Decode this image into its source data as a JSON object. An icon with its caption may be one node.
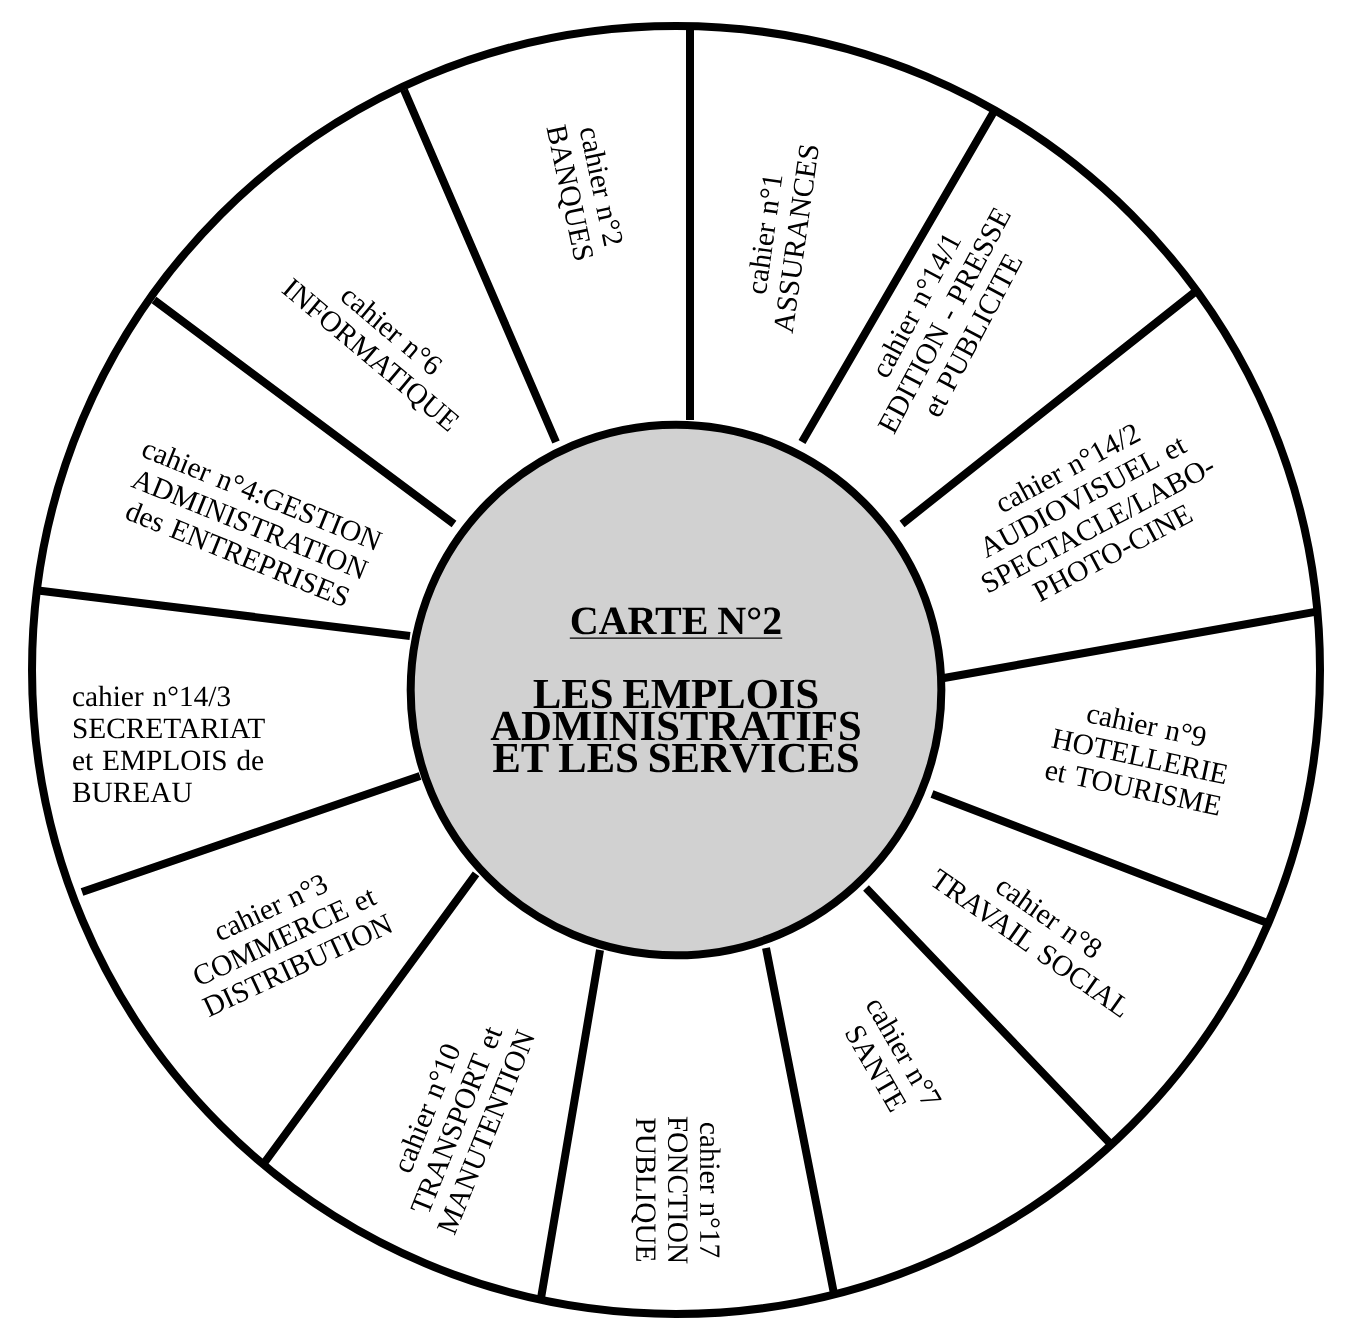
{
  "diagram": {
    "nodes": [
      {
        "text": [
          "CARTE N°2",
          "LES EMPLOIS ADMINISTRATIFS ET LES SERVICES"
        ]
      },
      {
        "text": [
          "cahier n°2 BANQUES"
        ]
      },
      {
        "text": [
          "cahier n°1 ASSURANCES"
        ]
      },
      {
        "text": [
          "cahier n°14/1 EDITION - PRESSE et PUBLICITE"
        ]
      },
      {
        "text": [
          "cahier n°14/2 AUDIOVISUEL et SPECTACLE/LABO-PHOTO-CINE"
        ]
      },
      {
        "text": [
          "cahier n°9 HOTELLERIE et TOURISME"
        ]
      },
      {
        "text": [
          "cahier n°8 TRAVAIL SOCIAL"
        ]
      },
      {
        "text": [
          "cahier n°7 SANTE"
        ]
      },
      {
        "text": [
          "cahier n°17 FONCTION PUBLIQUE"
        ]
      },
      {
        "text": [
          "cahier n°10 TRANSPORT et MANUTENTION"
        ]
      },
      {
        "text": [
          "cahier n°3 COMMERCE et DISTRIBUTION"
        ]
      },
      {
        "text": [
          "cahier n°14/3 SECRETARIAT et EMPLOIS de BUREAU"
        ]
      },
      {
        "text": [
          "cahier n°4:GESTION ADMINISTRATION des ENTREPRISES"
        ]
      },
      {
        "text": [
          "cahier n°6 INFORMATIQUE"
        ]
      }
    ]
  }
}
